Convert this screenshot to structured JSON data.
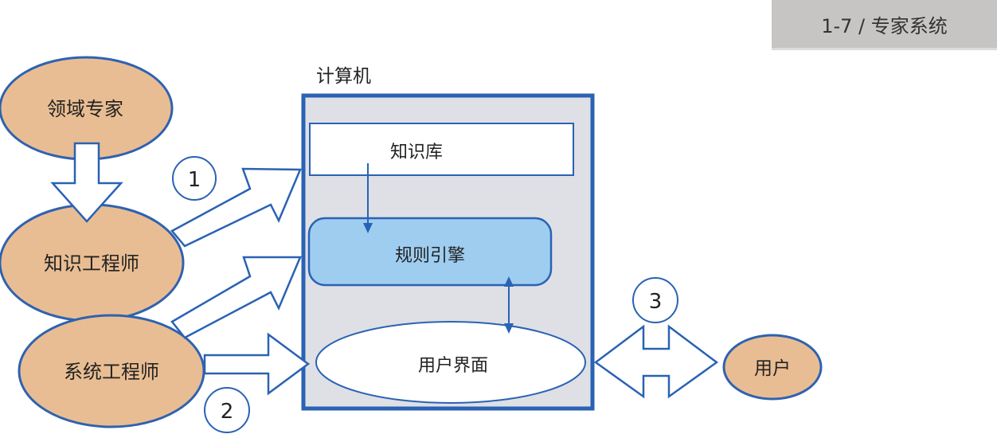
{
  "tag": "1-7 / 专家系统",
  "nodes": {
    "domain_expert": "领域专家",
    "knowledge_engineer": "知识工程师",
    "system_engineer": "系统工程师",
    "computer": "计算机",
    "knowledge_base": "知识库",
    "rule_engine": "规则引擎",
    "user_interface": "用户界面",
    "user": "用户"
  },
  "markers": {
    "m1": "1",
    "m2": "2",
    "m3": "3"
  },
  "colors": {
    "ellipse_fill": "#e9bd93",
    "ellipse_stroke": "#2f62b0",
    "computer_fill": "#dee0e5",
    "rule_engine_fill": "#9ecdf0",
    "stroke": "#2a62b4",
    "tag_fill": "#c7c5c4"
  }
}
